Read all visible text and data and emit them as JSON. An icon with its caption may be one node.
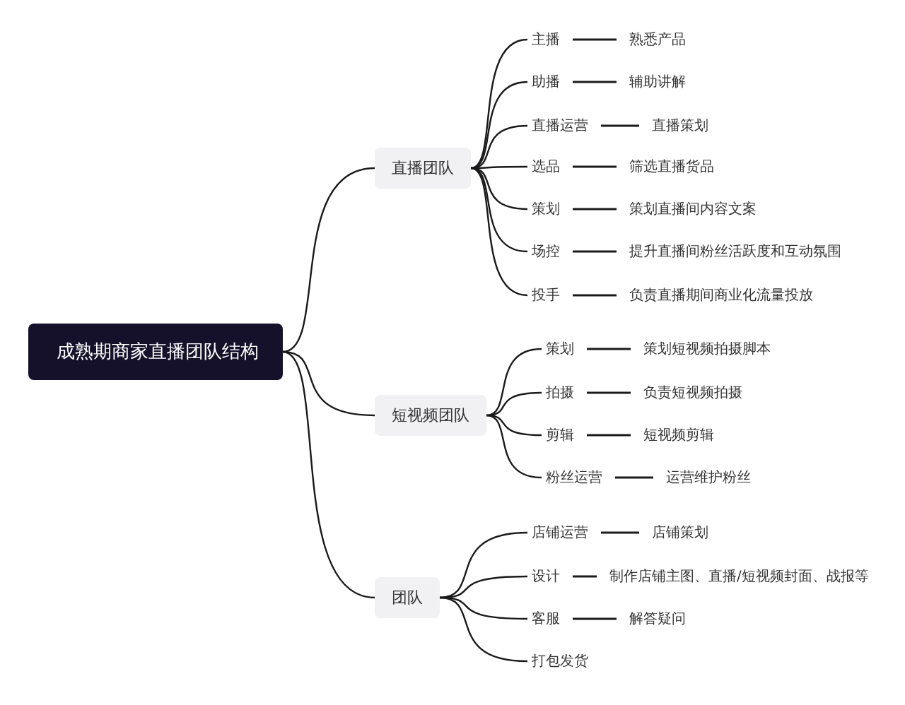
{
  "diagram": {
    "nodes": [
      {
        "text": [
          "成熟期商家直播团队结构"
        ]
      },
      {
        "text": [
          "直播团队"
        ]
      },
      {
        "text": [
          "主播"
        ]
      },
      {
        "text": [
          "熟悉产品"
        ]
      },
      {
        "text": [
          "助播"
        ]
      },
      {
        "text": [
          "辅助讲解"
        ]
      },
      {
        "text": [
          "直播运营"
        ]
      },
      {
        "text": [
          "直播策划"
        ]
      },
      {
        "text": [
          "选品"
        ]
      },
      {
        "text": [
          "筛选直播货品"
        ]
      },
      {
        "text": [
          "策划"
        ]
      },
      {
        "text": [
          "策划直播间内容文案"
        ]
      },
      {
        "text": [
          "场控"
        ]
      },
      {
        "text": [
          "提升直播间粉丝活跃度和互动氛围"
        ]
      },
      {
        "text": [
          "投手"
        ]
      },
      {
        "text": [
          "负责直播期间商业化流量投放"
        ]
      },
      {
        "text": [
          "短视频团队"
        ]
      },
      {
        "text": [
          "策划"
        ]
      },
      {
        "text": [
          "策划短视频拍摄脚本"
        ]
      },
      {
        "text": [
          "拍摄"
        ]
      },
      {
        "text": [
          "负责短视频拍摄"
        ]
      },
      {
        "text": [
          "剪辑"
        ]
      },
      {
        "text": [
          "短视频剪辑"
        ]
      },
      {
        "text": [
          "粉丝运营"
        ]
      },
      {
        "text": [
          "运营维护粉丝"
        ]
      },
      {
        "text": [
          "团队"
        ]
      },
      {
        "text": [
          "店铺运营"
        ]
      },
      {
        "text": [
          "店铺策划"
        ]
      },
      {
        "text": [
          "设计"
        ]
      },
      {
        "text": [
          "制作店铺主图、直播/短视频封面、战报等"
        ]
      },
      {
        "text": [
          "客服"
        ]
      },
      {
        "text": [
          "解答疑问"
        ]
      },
      {
        "text": [
          "打包发货"
        ]
      }
    ],
    "edges": [
      {
        "from": 0,
        "to": 1,
        "arrow": "none"
      },
      {
        "from": 0,
        "to": 16,
        "arrow": "none"
      },
      {
        "from": 0,
        "to": 25,
        "arrow": "none"
      },
      {
        "from": 1,
        "to": 2,
        "arrow": "none"
      },
      {
        "from": 2,
        "to": 3,
        "arrow": "none"
      },
      {
        "from": 1,
        "to": 4,
        "arrow": "none"
      },
      {
        "from": 4,
        "to": 5,
        "arrow": "none"
      },
      {
        "from": 1,
        "to": 6,
        "arrow": "none"
      },
      {
        "from": 6,
        "to": 7,
        "arrow": "none"
      },
      {
        "from": 1,
        "to": 8,
        "arrow": "none"
      },
      {
        "from": 8,
        "to": 9,
        "arrow": "none"
      },
      {
        "from": 1,
        "to": 10,
        "arrow": "none"
      },
      {
        "from": 10,
        "to": 11,
        "arrow": "none"
      },
      {
        "from": 1,
        "to": 12,
        "arrow": "none"
      },
      {
        "from": 12,
        "to": 13,
        "arrow": "none"
      },
      {
        "from": 1,
        "to": 14,
        "arrow": "none"
      },
      {
        "from": 14,
        "to": 15,
        "arrow": "none"
      },
      {
        "from": 16,
        "to": 17,
        "arrow": "none"
      },
      {
        "from": 17,
        "to": 18,
        "arrow": "none"
      },
      {
        "from": 16,
        "to": 19,
        "arrow": "none"
      },
      {
        "from": 19,
        "to": 20,
        "arrow": "none"
      },
      {
        "from": 16,
        "to": 21,
        "arrow": "none"
      },
      {
        "from": 21,
        "to": 22,
        "arrow": "none"
      },
      {
        "from": 16,
        "to": 23,
        "arrow": "none"
      },
      {
        "from": 23,
        "to": 24,
        "arrow": "none"
      },
      {
        "from": 25,
        "to": 26,
        "arrow": "none"
      },
      {
        "from": 26,
        "to": 27,
        "arrow": "none"
      },
      {
        "from": 25,
        "to": 28,
        "arrow": "none"
      },
      {
        "from": 28,
        "to": 29,
        "arrow": "none"
      },
      {
        "from": 25,
        "to": 30,
        "arrow": "none"
      },
      {
        "from": 30,
        "to": 31,
        "arrow": "none"
      },
      {
        "from": 25,
        "to": 32,
        "arrow": "none"
      }
    ]
  }
}
